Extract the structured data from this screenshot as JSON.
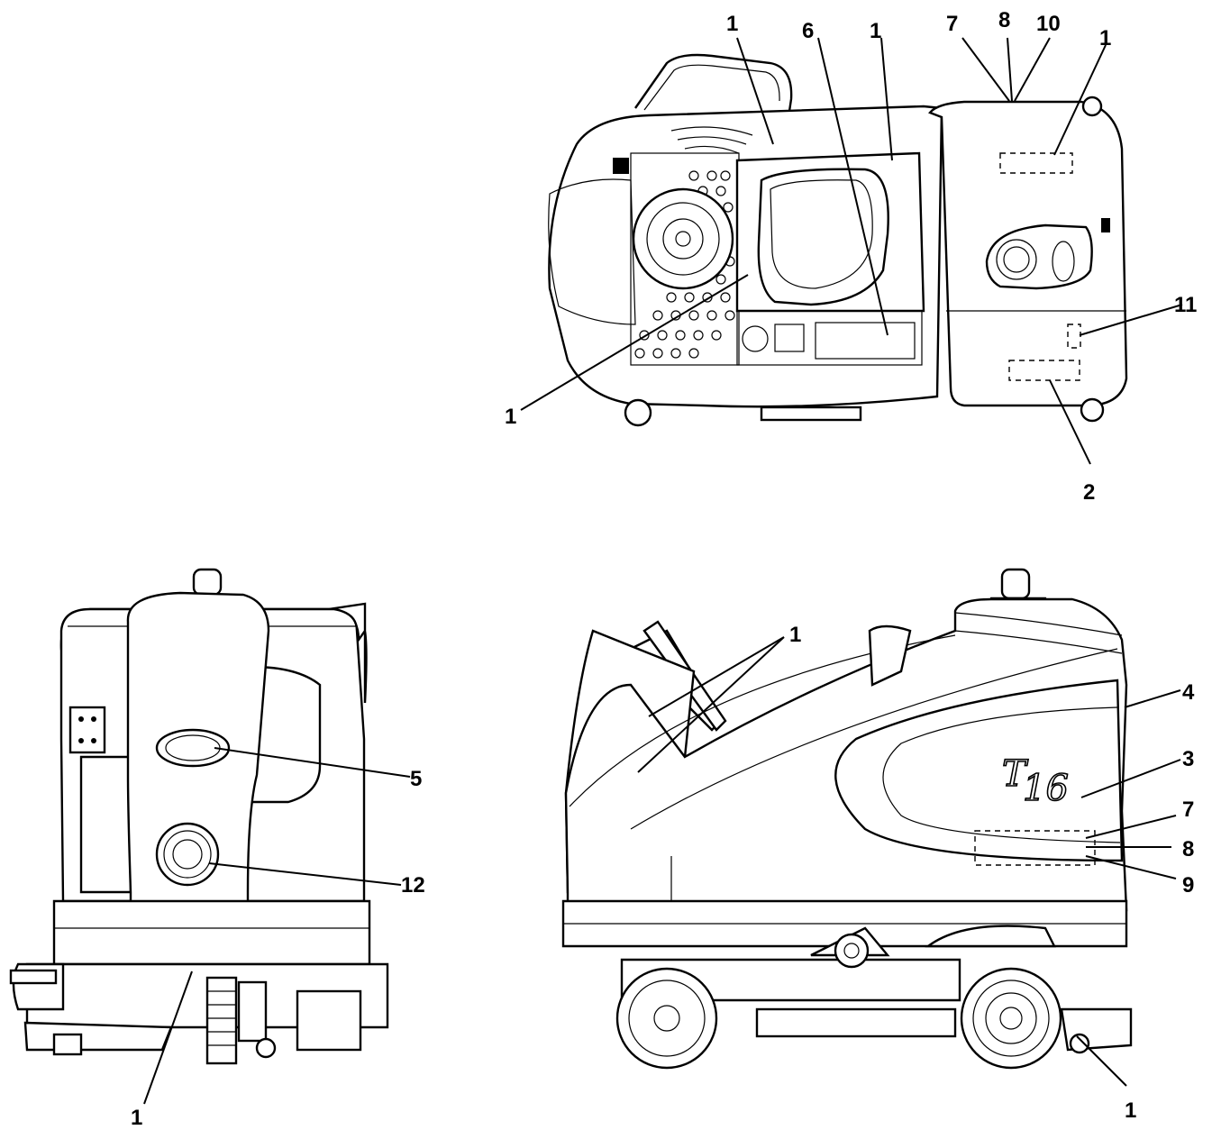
{
  "figure": {
    "views": [
      {
        "id": "top-view",
        "callouts": [
          {
            "label": "1"
          },
          {
            "label": "6"
          },
          {
            "label": "1"
          },
          {
            "label": "7"
          },
          {
            "label": "8"
          },
          {
            "label": "10"
          },
          {
            "label": "1"
          },
          {
            "label": "11"
          },
          {
            "label": "1"
          },
          {
            "label": "2"
          }
        ]
      },
      {
        "id": "rear-view",
        "callouts": [
          {
            "label": "5"
          },
          {
            "label": "12"
          },
          {
            "label": "1"
          }
        ]
      },
      {
        "id": "side-view",
        "model_badge": {
          "prefix": "T",
          "number": "16"
        },
        "callouts": [
          {
            "label": "1"
          },
          {
            "label": "4"
          },
          {
            "label": "3"
          },
          {
            "label": "7"
          },
          {
            "label": "8"
          },
          {
            "label": "9"
          },
          {
            "label": "1"
          }
        ]
      }
    ]
  }
}
